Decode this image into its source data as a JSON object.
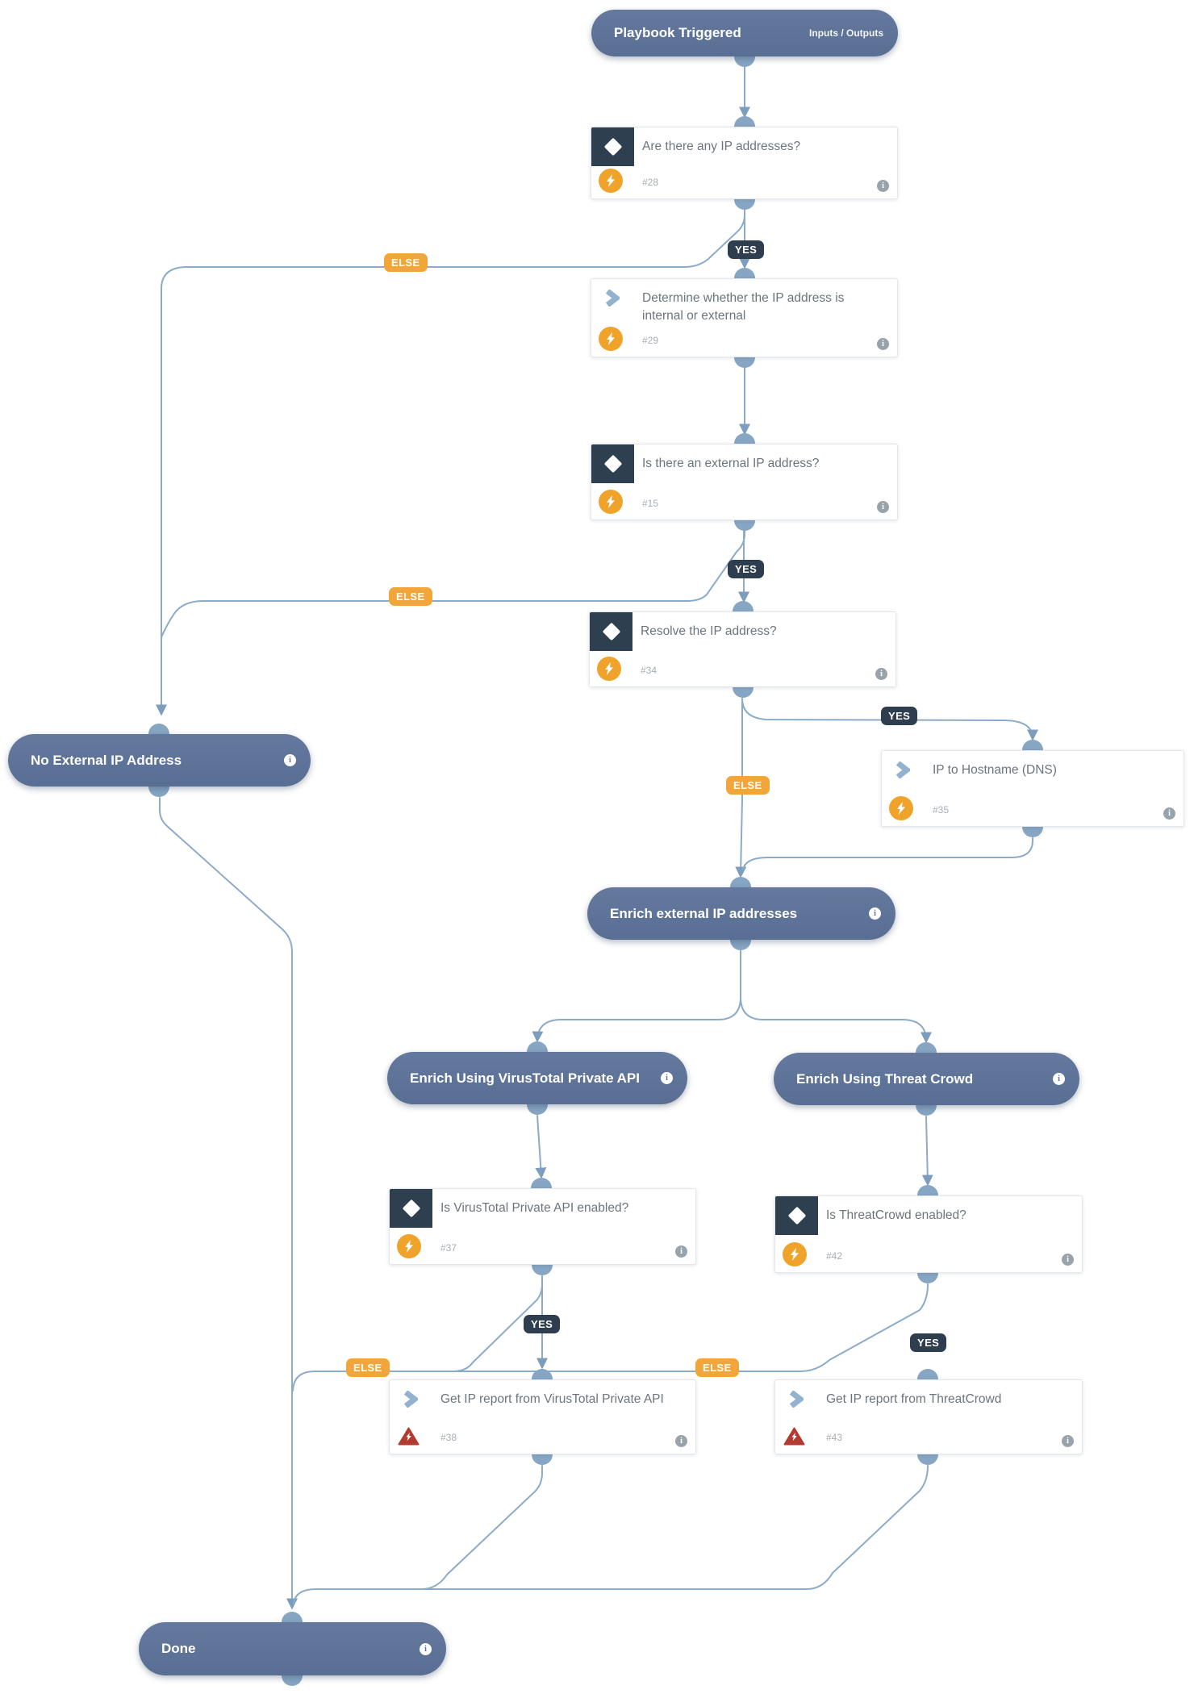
{
  "nodes": {
    "playbook": {
      "label": "Playbook Triggered",
      "right_label": "Inputs / Outputs"
    },
    "no_external_ip": {
      "label": "No External IP Address"
    },
    "enrich_external": {
      "label": "Enrich external IP addresses"
    },
    "enrich_virustotal": {
      "label": "Enrich Using VirusTotal Private API"
    },
    "enrich_threatcrowd": {
      "label": "Enrich Using Threat Crowd"
    },
    "done": {
      "label": "Done"
    }
  },
  "tasks": {
    "t28": {
      "id": "#28",
      "title": "Are there any IP addresses?",
      "type": "condition"
    },
    "t29": {
      "id": "#29",
      "title": "Determine whether the IP address is internal or external",
      "type": "task"
    },
    "t15": {
      "id": "#15",
      "title": "Is there an external IP address?",
      "type": "condition"
    },
    "t34": {
      "id": "#34",
      "title": "Resolve the IP address?",
      "type": "condition"
    },
    "t35": {
      "id": "#35",
      "title": "IP to Hostname (DNS)",
      "type": "task"
    },
    "t37": {
      "id": "#37",
      "title": "Is VirusTotal Private API enabled?",
      "type": "condition"
    },
    "t42": {
      "id": "#42",
      "title": "Is ThreatCrowd enabled?",
      "type": "condition"
    },
    "t38": {
      "id": "#38",
      "title": "Get IP report from VirusTotal Private API",
      "type": "task-error"
    },
    "t43": {
      "id": "#43",
      "title": "Get IP report from ThreatCrowd",
      "type": "task-error"
    }
  },
  "badges": {
    "yes": "YES",
    "else": "ELSE"
  },
  "icons": {
    "condition": "diamond-icon",
    "task": "chevron-right-icon",
    "automation": "lightning-bolt-icon",
    "error": "warning-triangle-icon",
    "info": "info-circle-icon"
  },
  "colors": {
    "pill": "#5d7398",
    "edge": "#8cabc9",
    "connector_dot": "#87a6c4",
    "yes_badge": "#2e3e4f",
    "else_badge": "#f2a53b",
    "condition_header": "#2e3f50",
    "automation_icon": "#f0a32a",
    "error_icon": "#b23a31",
    "info_icon": "#99a3ab"
  }
}
